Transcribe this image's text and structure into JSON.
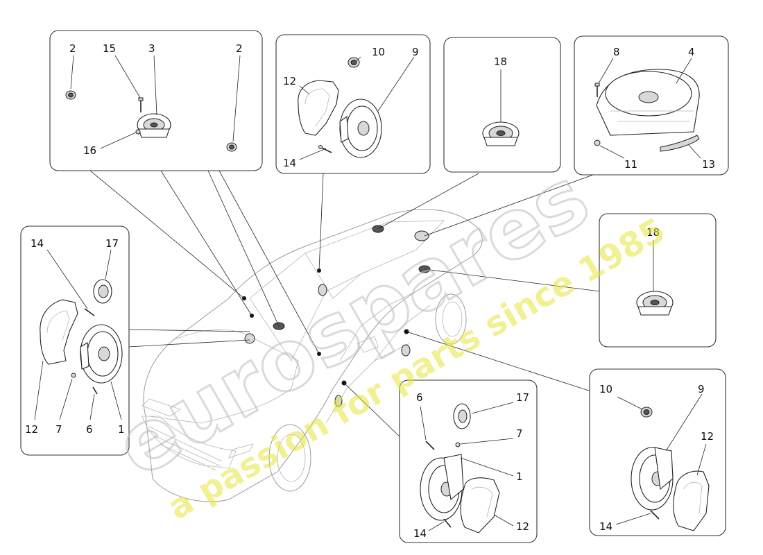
{
  "watermark": {
    "brand": "eurospares",
    "tagline": "a passion for parts since 1985",
    "brand_color": "#d8d8d8",
    "tagline_color": "#eeee66"
  },
  "panels": {
    "top_left": {
      "labels": [
        "2",
        "15",
        "3",
        "2",
        "16"
      ]
    },
    "top_mid": {
      "labels": [
        "10",
        "9",
        "12",
        "14"
      ]
    },
    "top_mid_right": {
      "labels": [
        "18"
      ]
    },
    "top_right": {
      "labels": [
        "8",
        "4",
        "11",
        "13"
      ]
    },
    "left": {
      "labels": [
        "14",
        "17",
        "12",
        "7",
        "6",
        "1"
      ]
    },
    "right_mid": {
      "labels": [
        "18"
      ]
    },
    "bottom_mid": {
      "labels": [
        "6",
        "17",
        "7",
        "1",
        "14",
        "12"
      ]
    },
    "bottom_right": {
      "labels": [
        "10",
        "9",
        "12",
        "14"
      ]
    }
  }
}
